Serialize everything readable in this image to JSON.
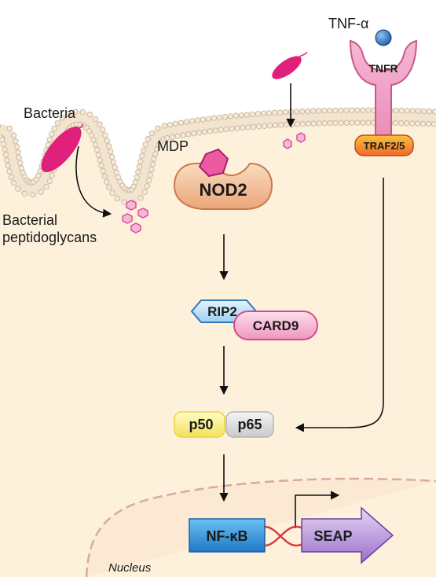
{
  "labels": {
    "bacteria": "Bacteria",
    "bacterial_line1": "Bacterial",
    "bacterial_line2": "peptidoglycans",
    "mdp": "MDP",
    "nod2": "NOD2",
    "tnf_alpha": "TNF-α",
    "tnfr": "TNFR",
    "traf": "TRAF2/5",
    "rip2": "RIP2",
    "card9": "CARD9",
    "p50": "p50",
    "p65": "p65",
    "nfkb": "NF-κB",
    "seap": "SEAP",
    "nucleus": "Nucleus"
  },
  "colors": {
    "cytoplasm": "#fdf1dc",
    "membrane_head": "#ead8bf",
    "bacteria": "#e0207a",
    "peptidoglycan": "#e07ab8",
    "nod2": "#f3c7a0",
    "tnfr": "#f2a9c9",
    "traf": "#f5a623",
    "rip2": "#bfe0f7",
    "card9": "#f7b5d0",
    "p50": "#fbf08a",
    "p65": "#dcdcdc",
    "nfkb": "#2b8bd6",
    "seap": "#b28bd6",
    "dna": "#d93a3a",
    "nucleus_border": "#d9a9a0"
  }
}
